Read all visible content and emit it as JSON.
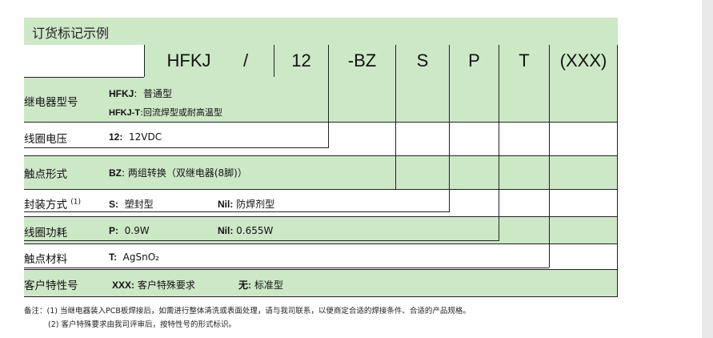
{
  "header": {
    "title": "订货标记示例"
  },
  "codes": [
    "HFKJ",
    "/",
    "12",
    "-BZ",
    "S",
    "P",
    "T",
    "(XXX)"
  ],
  "rows": [
    {
      "label": "继电器型号",
      "sup": "",
      "line1": {
        "key": "HFKJ",
        "sep": ":",
        "val": "普通型"
      },
      "line2": {
        "key": "HFKJ-T",
        "sep": ":",
        "val": "回流焊型或耐高温型"
      }
    },
    {
      "label": "线圈电压",
      "sup": "",
      "a_key": "12:",
      "a_val": "12VDC"
    },
    {
      "label": "触点形式",
      "sup": "",
      "a_key": "BZ",
      "a_val": ":  两组转换（双继电器(8脚)）"
    },
    {
      "label": "封装方式",
      "sup": "(1)",
      "a_key": "S:",
      "a_val": "塑封型",
      "b_key": "Nil:",
      "b_val": "防焊剂型"
    },
    {
      "label": "线圈功耗",
      "sup": "",
      "a_key": "P:",
      "a_val": "0.9W",
      "b_key": "Nil:",
      "b_val": "0.655W"
    },
    {
      "label": "触点材料",
      "sup": "",
      "a_key": "T:",
      "a_val": "AgSnO₂"
    },
    {
      "label": "客户特性号",
      "sup": "",
      "a_key": "XXX:",
      "a_val": "客户特殊要求",
      "b_key": "无:",
      "b_val": "标准型"
    }
  ],
  "notes": [
    "备注：(1) 当继电器装入PCB板焊接后，如需进行整体清洗或表面处理，请与我司联系，以便商定合适的焊接条件、合适的产品规格。",
    "(2) 客户特殊要求由我司评审后，按特性号的形式标识。"
  ],
  "colors": {
    "green": "#cde8c7",
    "line": "#222222"
  }
}
